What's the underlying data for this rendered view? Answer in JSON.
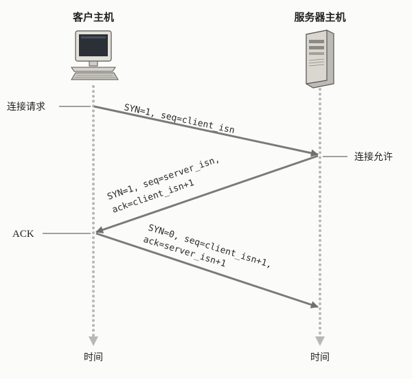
{
  "hosts": {
    "client": {
      "title": "客户主机",
      "icon": "desktop-computer-icon"
    },
    "server": {
      "title": "服务器主机",
      "icon": "tower-server-icon"
    }
  },
  "annotations": {
    "connection_request": "连接请求",
    "connection_granted": "连接允许",
    "ack": "ACK"
  },
  "messages": [
    {
      "direction": "client-to-server",
      "lines": [
        "SYN=1, seq=client_isn"
      ]
    },
    {
      "direction": "server-to-client",
      "lines": [
        "SYN=1, seq=server_isn,",
        "ack=client_isn+1"
      ]
    },
    {
      "direction": "client-to-server",
      "lines": [
        "SYN=0, seq=client_isn+1,",
        "ack=server_isn+1"
      ]
    }
  ],
  "time_labels": {
    "client": "时间",
    "server": "时间"
  },
  "colors": {
    "lifeline": "#b7b7b7",
    "arrow": "#7a7a7a",
    "text": "#222222",
    "computer_body": "#e3e1d8",
    "computer_screen": "#2b2f36",
    "server_body": "#d9d7cf"
  }
}
